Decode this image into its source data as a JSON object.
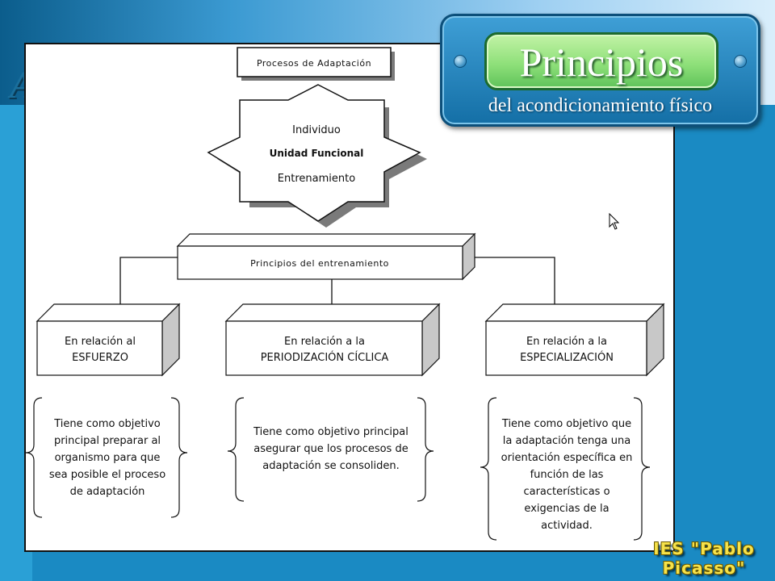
{
  "slide": {
    "ghost_title": "A",
    "school_line1": "IES \"Pablo",
    "school_line2": "Picasso\""
  },
  "badge": {
    "title": "Principios",
    "subtitle": "del acondicionamiento físico"
  },
  "diagram": {
    "top_box": "Procesos de Adaptación",
    "star_line1": "Individuo",
    "star_line2": "Unidad Funcional",
    "star_line3": "Entrenamiento",
    "principles_box": "Principios del entrenamiento",
    "categories": [
      {
        "line1": "En relación al",
        "line2": "ESFUERZO"
      },
      {
        "line1": "En relación a la",
        "line2": "PERIODIZACIÓN CÍCLICA"
      },
      {
        "line1": "En relación a la",
        "line2": "ESPECIALIZACIÓN"
      }
    ],
    "descriptions": [
      [
        "Tiene como objetivo",
        "principal preparar al",
        "organismo para que",
        "sea posible el proceso",
        "de adaptación"
      ],
      [
        "Tiene como objetivo principal",
        "asegurar que los procesos de",
        "adaptación se consoliden."
      ],
      [
        "Tiene como objetivo que",
        "la adaptación tenga una",
        "orientación específica en",
        "función de las",
        "características o",
        "exigencias de la",
        "actividad."
      ]
    ]
  }
}
